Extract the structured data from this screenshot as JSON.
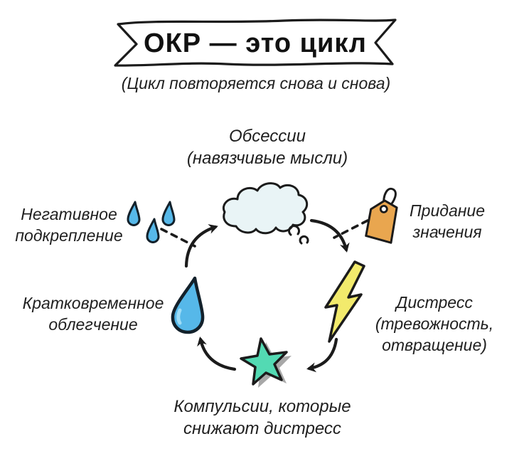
{
  "title": {
    "banner": "ОКР — это цикл",
    "subtitle": "(Цикл повторяется снова и снова)"
  },
  "nodes": {
    "obsessions": {
      "label": "Обсессии\n(навязчивые мысли)",
      "icon": "thought-cloud-icon"
    },
    "appraisal": {
      "label": "Придание\nзначения",
      "icon": "price-tag-icon"
    },
    "distress": {
      "label": "Дистресс\n(тревожность,\nотвращение)",
      "icon": "lightning-bolt-icon"
    },
    "compulsions": {
      "label": "Компульсии, которые\nснижают дистресс",
      "icon": "star-icon"
    },
    "relief": {
      "label": "Кратковременное\nоблегчение",
      "icon": "water-drop-icon"
    },
    "negative_reinforcement": {
      "label": "Негативное\nподкрепление",
      "icon": "rain-drops-icon"
    }
  },
  "colors": {
    "ink": "#1b1b1b",
    "cloud_fill": "#e9f4f6",
    "tag_fill": "#e9a64f",
    "bolt_fill": "#f2ea6c",
    "star_fill": "#53dab3",
    "star_shadow": "#a8a8a8",
    "drop_fill": "#56b8e9",
    "drop_highlight": "#9edcf6"
  }
}
